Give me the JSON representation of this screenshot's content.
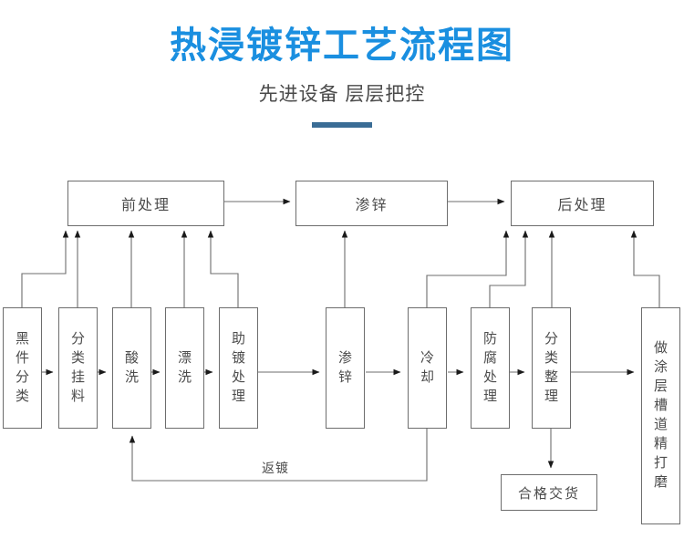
{
  "header": {
    "title": "热浸镀锌工艺流程图",
    "subtitle": "先进设备 层层把控",
    "title_color": "#1a8fe0",
    "subtitle_color": "#4a4a4a",
    "rule_color": "#3a6c95"
  },
  "diagram": {
    "type": "flowchart",
    "stroke_color": "#6d6d6d",
    "text_color": "#4c4c4c",
    "stage_boxes": [
      {
        "id": "pretreatment",
        "label": "前处理"
      },
      {
        "id": "galvanizing",
        "label": "渗锌"
      },
      {
        "id": "posttreatment",
        "label": "后处理"
      }
    ],
    "process_boxes": [
      {
        "id": "sort-black-parts",
        "label": "黑件分类"
      },
      {
        "id": "sort-and-hang",
        "label": "分类挂料"
      },
      {
        "id": "pickling",
        "label": "酸洗"
      },
      {
        "id": "rinsing",
        "label": "漂洗"
      },
      {
        "id": "fluxing",
        "label": "助镀处理"
      },
      {
        "id": "zinc-dipping",
        "label": "渗锌"
      },
      {
        "id": "cooling",
        "label": "冷却"
      },
      {
        "id": "anticorrosion",
        "label": "防腐处理"
      },
      {
        "id": "sorting-finishing",
        "label": "分类整理"
      },
      {
        "id": "coating-grinding",
        "label": "做涂层槽道精打磨"
      }
    ],
    "terminal_box": {
      "id": "qualified-delivery",
      "label": "合格交货"
    },
    "edge_labels": [
      {
        "id": "rework-loop",
        "label": "返镀"
      }
    ]
  }
}
